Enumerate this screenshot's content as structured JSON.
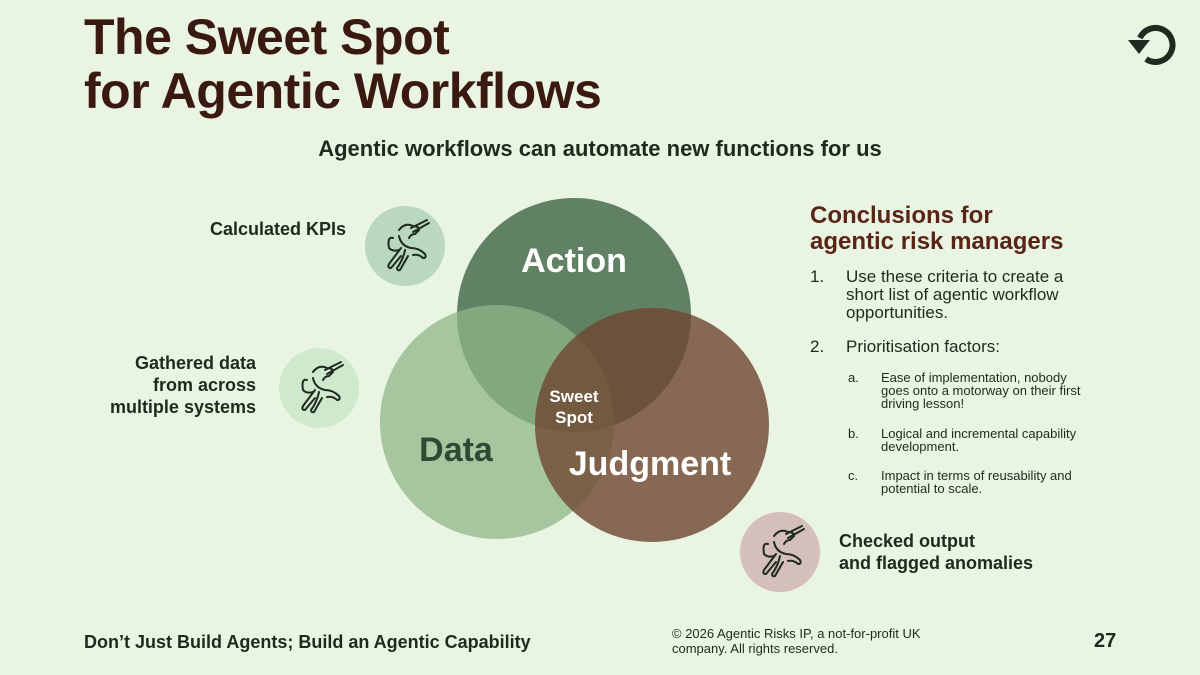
{
  "slide": {
    "title_line1": "The Sweet Spot",
    "title_line2": "for Agentic Workflows",
    "subtitle": "Agentic workflows can automate new functions for us",
    "refresh_icon": "refresh-icon"
  },
  "venn": {
    "circles": [
      {
        "label": "Action",
        "color": "#5a7a5e"
      },
      {
        "label": "Data",
        "color": "#9fbf9a"
      },
      {
        "label": "Judgment",
        "color": "#7a5540"
      }
    ],
    "center_line1": "Sweet",
    "center_line2": "Spot"
  },
  "callouts": [
    {
      "lines": [
        "Calculated KPIs"
      ],
      "icon": "dog-fetching-icon",
      "circle_color": "#b9d8bf"
    },
    {
      "lines": [
        "Gathered data",
        "from across",
        "multiple systems"
      ],
      "icon": "dog-fetching-icon",
      "circle_color": "#cfe9cc"
    },
    {
      "lines": [
        "Checked output",
        "and flagged anomalies"
      ],
      "icon": "dog-fetching-icon",
      "circle_color": "#d4bfbb"
    }
  ],
  "conclusions": {
    "title_line1": "Conclusions for",
    "title_line2": "agentic risk managers",
    "items": [
      {
        "num": "1.",
        "lines": [
          "Use these criteria to create a",
          "short list of agentic workflow",
          "opportunities."
        ]
      },
      {
        "num": "2.",
        "lines": [
          "Prioritisation factors:"
        ]
      }
    ],
    "subitems": [
      {
        "num": "a.",
        "lines": [
          "Ease of implementation, nobody",
          "goes onto a motorway on their first",
          "driving lesson!"
        ]
      },
      {
        "num": "b.",
        "lines": [
          "Logical and incremental capability",
          "development."
        ]
      },
      {
        "num": "c.",
        "lines": [
          "Impact in terms of reusability and",
          "potential to scale."
        ]
      }
    ]
  },
  "footer": {
    "tagline": "Don’t Just Build Agents; Build an Agentic Capability",
    "copyright_line1": "© 2026 Agentic Risks IP, a not-for-profit UK",
    "copyright_line2": "company. All rights reserved.",
    "page_number": "27"
  }
}
